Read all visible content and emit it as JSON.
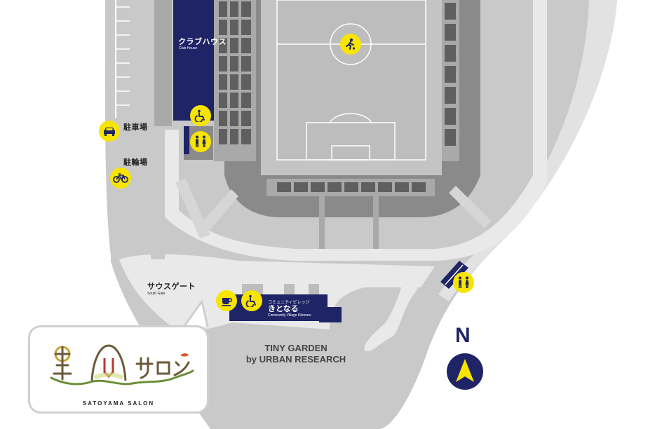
{
  "labels": {
    "clubhouse_jp": "クラブハウス",
    "clubhouse_en": "Club House",
    "parking": "駐車場",
    "bicycle_parking": "駐輪場",
    "south_gate_jp": "サウスゲート",
    "south_gate_en": "South Gate",
    "kitonaru_sub": "コミュニティビレッジ",
    "kitonaru": "きとなる",
    "kitonaru_en": "Community Village Kitonaru",
    "tiny_garden_1": "TINY GARDEN",
    "tiny_garden_2": "by URBAN RESEARCH",
    "north": "N",
    "satoyama_salon": "SATOYAMA SALON"
  },
  "icons": [
    "soccer-player-icon",
    "wheelchair-icon",
    "restroom-icon",
    "car-icon",
    "bicycle-icon",
    "cafe-icon",
    "north-arrow-icon"
  ],
  "colors": {
    "navy": "#1f2467",
    "yellow": "#f7e500",
    "road_gray": "#c9c9c9",
    "dark_gray": "#6b6b6b",
    "light_path": "#e9e9e9",
    "pitch": "#c7c7c7"
  }
}
